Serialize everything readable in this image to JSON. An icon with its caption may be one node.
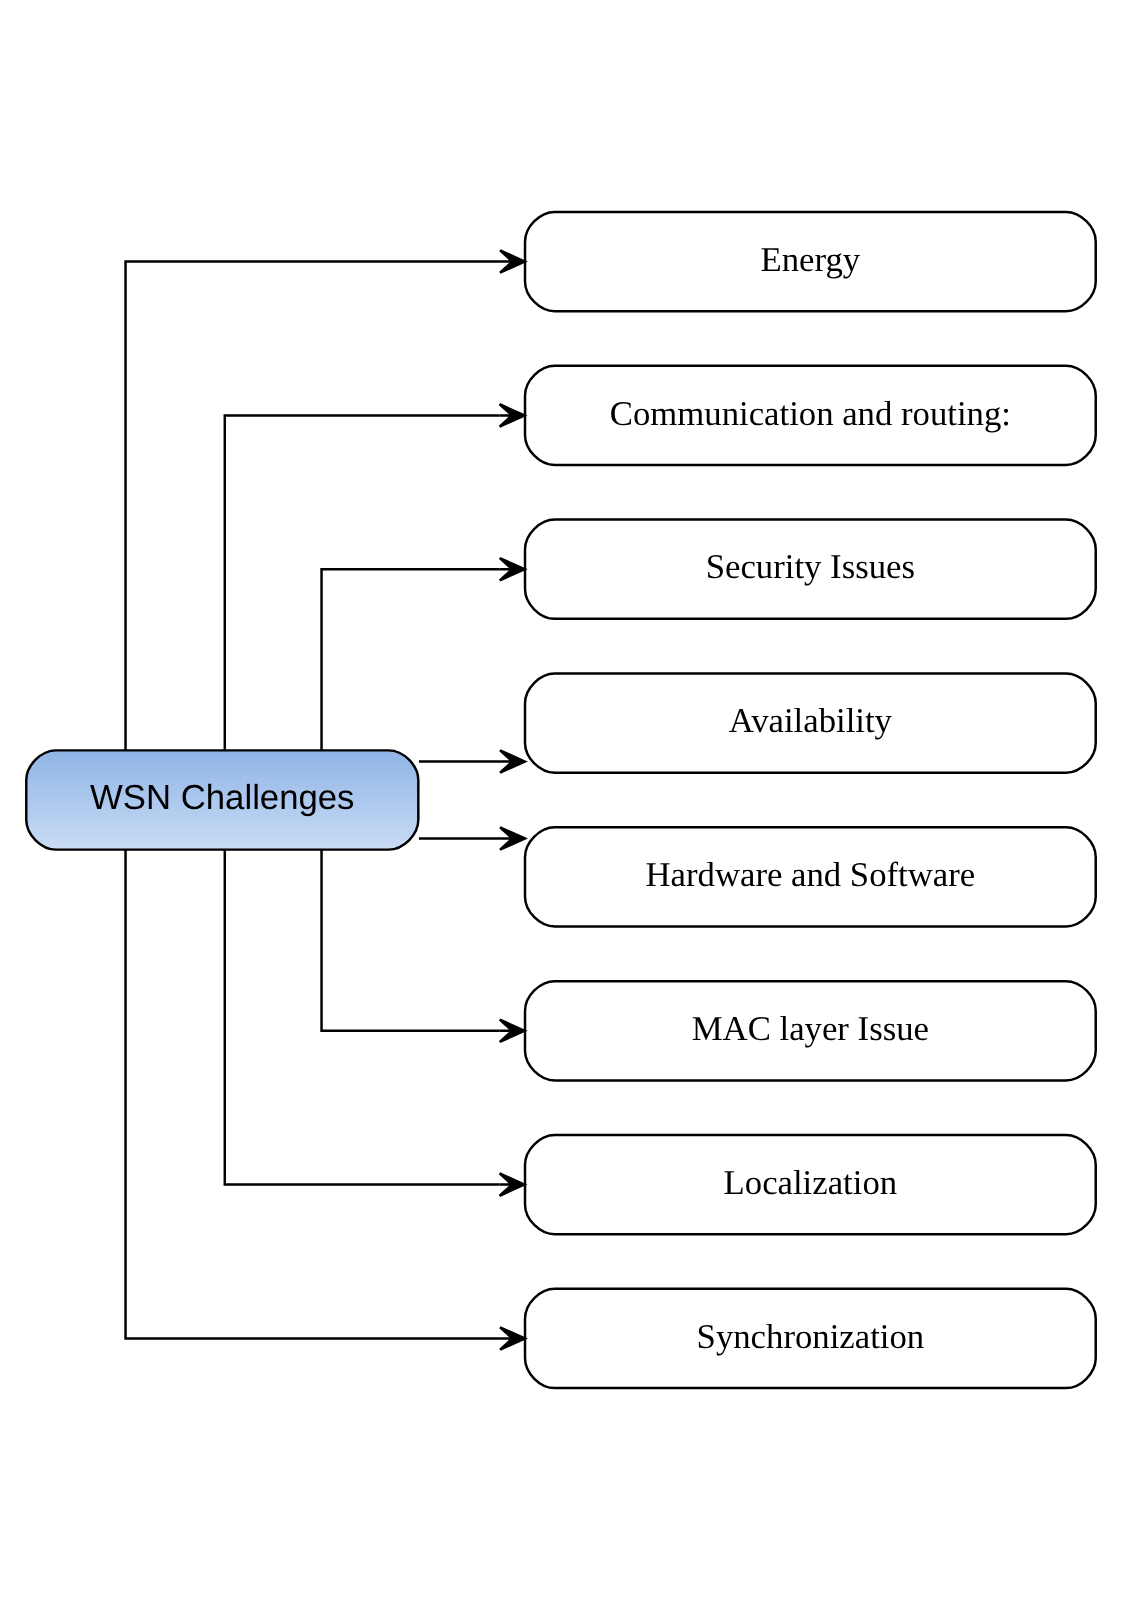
{
  "diagram": {
    "nodes": [
      {
        "text": [
          "WSN Challenges"
        ]
      },
      {
        "text": [
          "Energy"
        ]
      },
      {
        "text": [
          "Communication and routing:"
        ]
      },
      {
        "text": [
          "Security Issues"
        ]
      },
      {
        "text": [
          "Availability"
        ]
      },
      {
        "text": [
          "Hardware and Software"
        ]
      },
      {
        "text": [
          "MAC layer Issue"
        ]
      },
      {
        "text": [
          "Localization"
        ]
      },
      {
        "text": [
          "Synchronization"
        ]
      }
    ],
    "edges": [
      {
        "from": 0,
        "to": 1,
        "arrow": "to"
      },
      {
        "from": 0,
        "to": 2,
        "arrow": "to"
      },
      {
        "from": 0,
        "to": 3,
        "arrow": "to"
      },
      {
        "from": 0,
        "to": 4,
        "arrow": "to"
      },
      {
        "from": 0,
        "to": 5,
        "arrow": "to"
      },
      {
        "from": 0,
        "to": 6,
        "arrow": "to"
      },
      {
        "from": 0,
        "to": 7,
        "arrow": "to"
      },
      {
        "from": 0,
        "to": 8,
        "arrow": "to"
      }
    ]
  }
}
